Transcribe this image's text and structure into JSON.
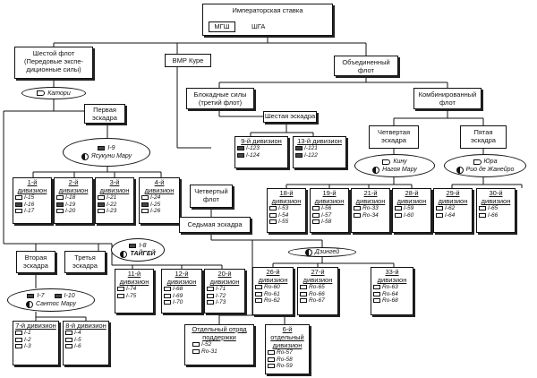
{
  "top": {
    "title": "Императорская ставка",
    "mgsh": "МГШ",
    "shga": "ШГА"
  },
  "sixth_fleet": {
    "title": "Шестой флот (Передовые экспе-диционные силы)",
    "flagship": "Катори"
  },
  "vmr": {
    "label": "ВМР Куре"
  },
  "combined": {
    "title": "Объединенный флот"
  },
  "blockade": {
    "title": "Блокадные силы (третий флот)"
  },
  "combo": {
    "title": "Комбинированный флот"
  },
  "sixth_squadron": {
    "title": "Шестая эскадра"
  },
  "div9": {
    "title": "9-й дивизион",
    "ships": [
      "I-123",
      "I-124"
    ]
  },
  "div13": {
    "title": "13-й дивизион",
    "ships": [
      "I-121",
      "I-122"
    ]
  },
  "first_squadron": {
    "title": "Первая эскадра",
    "ovals": [
      "I-9",
      "Ясукуни Мару"
    ]
  },
  "div1": {
    "title": "1-й дивизион",
    "ships": [
      "I-15",
      "I-16",
      "I-17"
    ]
  },
  "div2": {
    "title": "2-й дивизион",
    "ships": [
      "I-18",
      "I-19",
      "I-20"
    ]
  },
  "div3": {
    "title": "3-й дивизион",
    "ships": [
      "I-21",
      "I-22",
      "I-23"
    ]
  },
  "div4": {
    "title": "4-й дивизион",
    "ships": [
      "I-24",
      "I-25",
      "I-26"
    ]
  },
  "fourth_squadron": {
    "title": "Четвертая эскадра",
    "ovals": [
      "Кину",
      "Нагоя Мару"
    ]
  },
  "fifth_squadron": {
    "title": "Пятая эскадра",
    "ovals": [
      "Юра",
      "Рио де Жанейро"
    ]
  },
  "fourth_fleet": {
    "title": "Четвертый флот"
  },
  "seventh_squadron": {
    "title": "Седьмая эскадра"
  },
  "div18": {
    "title": "18-й дивизион",
    "ships": [
      "I-53",
      "I-54",
      "I-55"
    ]
  },
  "div19": {
    "title": "19-й дивизион",
    "ships": [
      "I-56",
      "I-57",
      "I-58"
    ]
  },
  "div21": {
    "title": "21-й дивизион",
    "ships": [
      "Ro-33",
      "Ro-34"
    ]
  },
  "div28": {
    "title": "28-й дивизион",
    "ships": [
      "I-59",
      "I-60"
    ]
  },
  "div29": {
    "title": "29-й дивизион",
    "ships": [
      "I-62",
      "I-64"
    ]
  },
  "div30": {
    "title": "30-й дивизион",
    "ships": [
      "I-65",
      "I-66"
    ]
  },
  "taigei": {
    "ovals": [
      "I-8",
      "ТАЙГЕЙ"
    ]
  },
  "second_squadron": {
    "title": "Вторая эскадра",
    "ovals": [
      "I-7",
      "I-10",
      "Сантос Мару"
    ]
  },
  "third_squadron": {
    "title": "Третья эскадра"
  },
  "div7": {
    "title": "7-й дивизион",
    "ships": [
      "I-1",
      "I-2",
      "I-3"
    ]
  },
  "div8": {
    "title": "8-й дивизион",
    "ships": [
      "I-4",
      "I-5",
      "I-6"
    ]
  },
  "div11": {
    "title": "11-й дивизион",
    "ships": [
      "I-74",
      "I-75"
    ]
  },
  "div12": {
    "title": "12-й дивизион",
    "ships": [
      "I-68",
      "I-69",
      "I-70"
    ]
  },
  "div20": {
    "title": "20-й дивизион",
    "ships": [
      "I-71",
      "I-72",
      "I-73"
    ]
  },
  "dzingei": {
    "oval": "Дзингей"
  },
  "div26": {
    "title": "26-й дивизион",
    "ships": [
      "Ro-60",
      "Ro-61",
      "Ro-62"
    ]
  },
  "div27": {
    "title": "27-й дивизион",
    "ships": [
      "Ro-65",
      "Ro-66",
      "Ro-67"
    ]
  },
  "div33": {
    "title": "33-й дивизион",
    "ships": [
      "Ro-63",
      "Ro-64",
      "Ro-68"
    ]
  },
  "support": {
    "title": "Отдельный отряд поддержки",
    "ships": [
      "I-52",
      "Ro-31"
    ]
  },
  "div6": {
    "title": "6-й отдельный дивизион",
    "ships": [
      "Ro-57",
      "Ro-58",
      "Ro-59"
    ]
  }
}
